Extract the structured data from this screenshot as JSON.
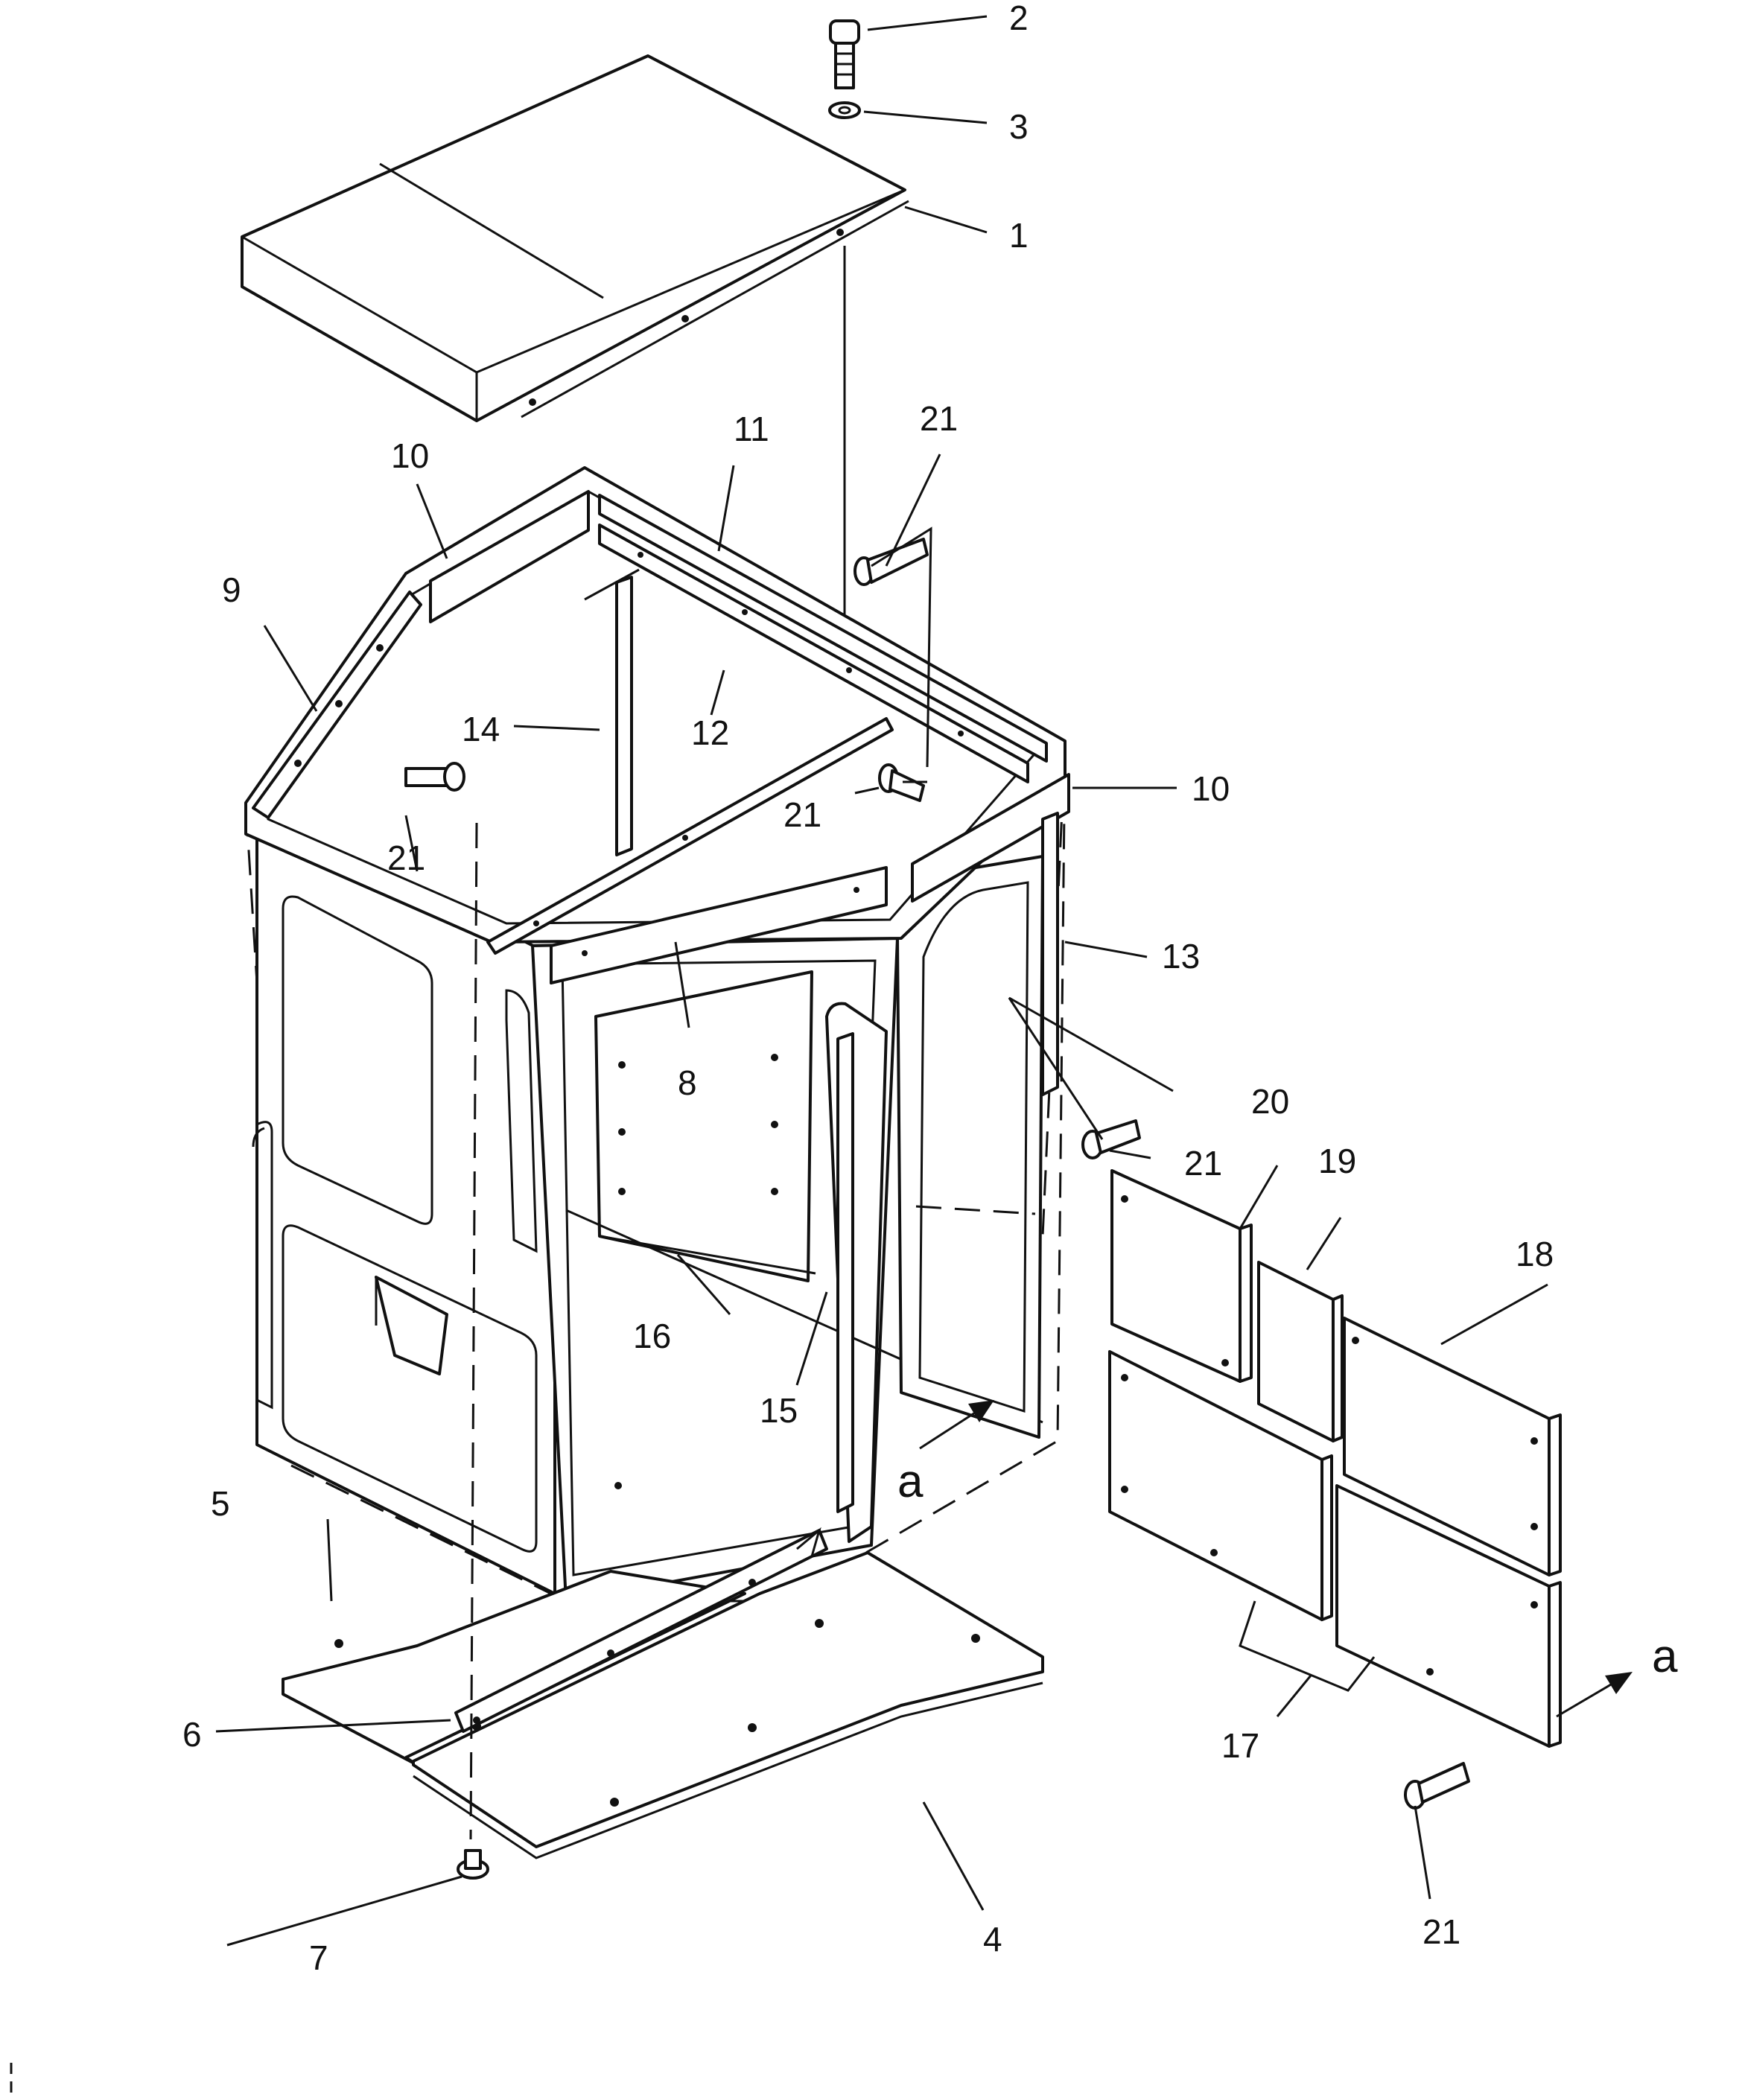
{
  "diagram": {
    "callouts": {
      "c1": "1",
      "c2": "2",
      "c3": "3",
      "c4": "4",
      "c5": "5",
      "c6": "6",
      "c7": "7",
      "c8": "8",
      "c9": "9",
      "c10a": "10",
      "c10b": "10",
      "c11": "11",
      "c12": "12",
      "c13": "13",
      "c14": "14",
      "c15": "15",
      "c16": "16",
      "c17": "17",
      "c18": "18",
      "c19": "19",
      "c20": "20",
      "c21a": "21",
      "c21b": "21",
      "c21c": "21",
      "c21d": "21",
      "c21e": "21"
    },
    "view_marks": {
      "a1": "a",
      "a2": "a"
    }
  }
}
